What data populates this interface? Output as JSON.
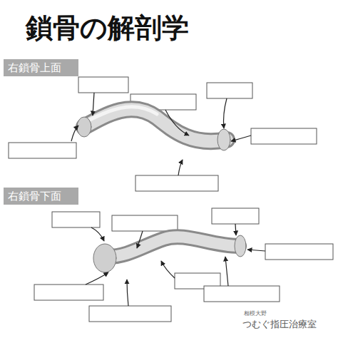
{
  "diagram": {
    "title": "鎖骨の解剖学",
    "nodes": [
      {
        "text": [
          "右鎖骨上面"
        ]
      },
      {
        "text": [
          "右鎖骨下面"
        ]
      }
    ],
    "labels": [
      "相模大野",
      "つむぐ指圧治療室"
    ]
  }
}
